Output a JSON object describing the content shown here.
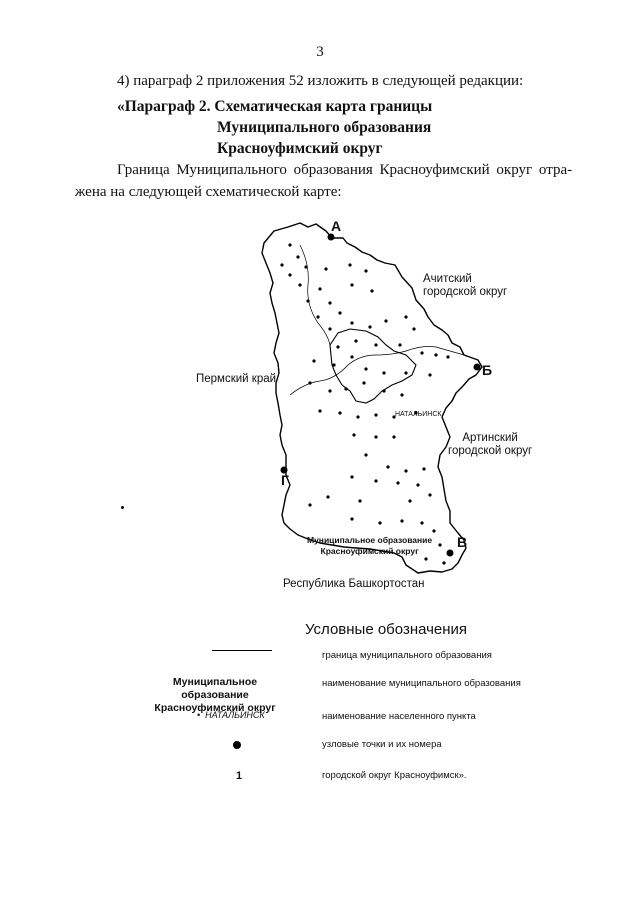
{
  "page": {
    "page_number": "3",
    "item_line": "4) параграф 2 приложения 52 изложить в следующей редакции:",
    "heading_lines": [
      "«Параграф 2. Схематическая карта границы",
      "Муниципального образования",
      "Красноуфимский округ"
    ],
    "body_lines": [
      "Граница Муниципального образования Красноуфимский округ отра-",
      "жена на следующей схематической карте:"
    ]
  },
  "map": {
    "neighbors": {
      "perm": "Пермский край",
      "achit": "Ачитский городской округ",
      "artin_line1": "Артинский",
      "artin_line2": "городской округ",
      "bashkortostan": "Республика Башкортостан"
    },
    "corner_points": {
      "a": "А",
      "b": "Б",
      "v": "В",
      "g": "Г"
    },
    "municipal_line1": "Муниципальное образование",
    "municipal_line2": "Красноуфимский округ",
    "highlight_settlement": "НАТАЛЬИНСК",
    "border_color": "#000000",
    "settlement_color": "#000000"
  },
  "legend": {
    "title": "Условные обозначения",
    "items": [
      {
        "description": "граница муниципального образования"
      },
      {
        "sample_line1": "Муниципальное образование",
        "sample_line2": "Красноуфимский округ",
        "description": "наименование муниципального образования"
      },
      {
        "sample": "НАТАЛЬИНСК",
        "description": "наименование населенного пункта"
      },
      {
        "sample_icon": "node-point-icon",
        "description": "узловые точки и их номера"
      },
      {
        "sample": "1",
        "description": "городской округ Красноуфимск»."
      }
    ]
  }
}
